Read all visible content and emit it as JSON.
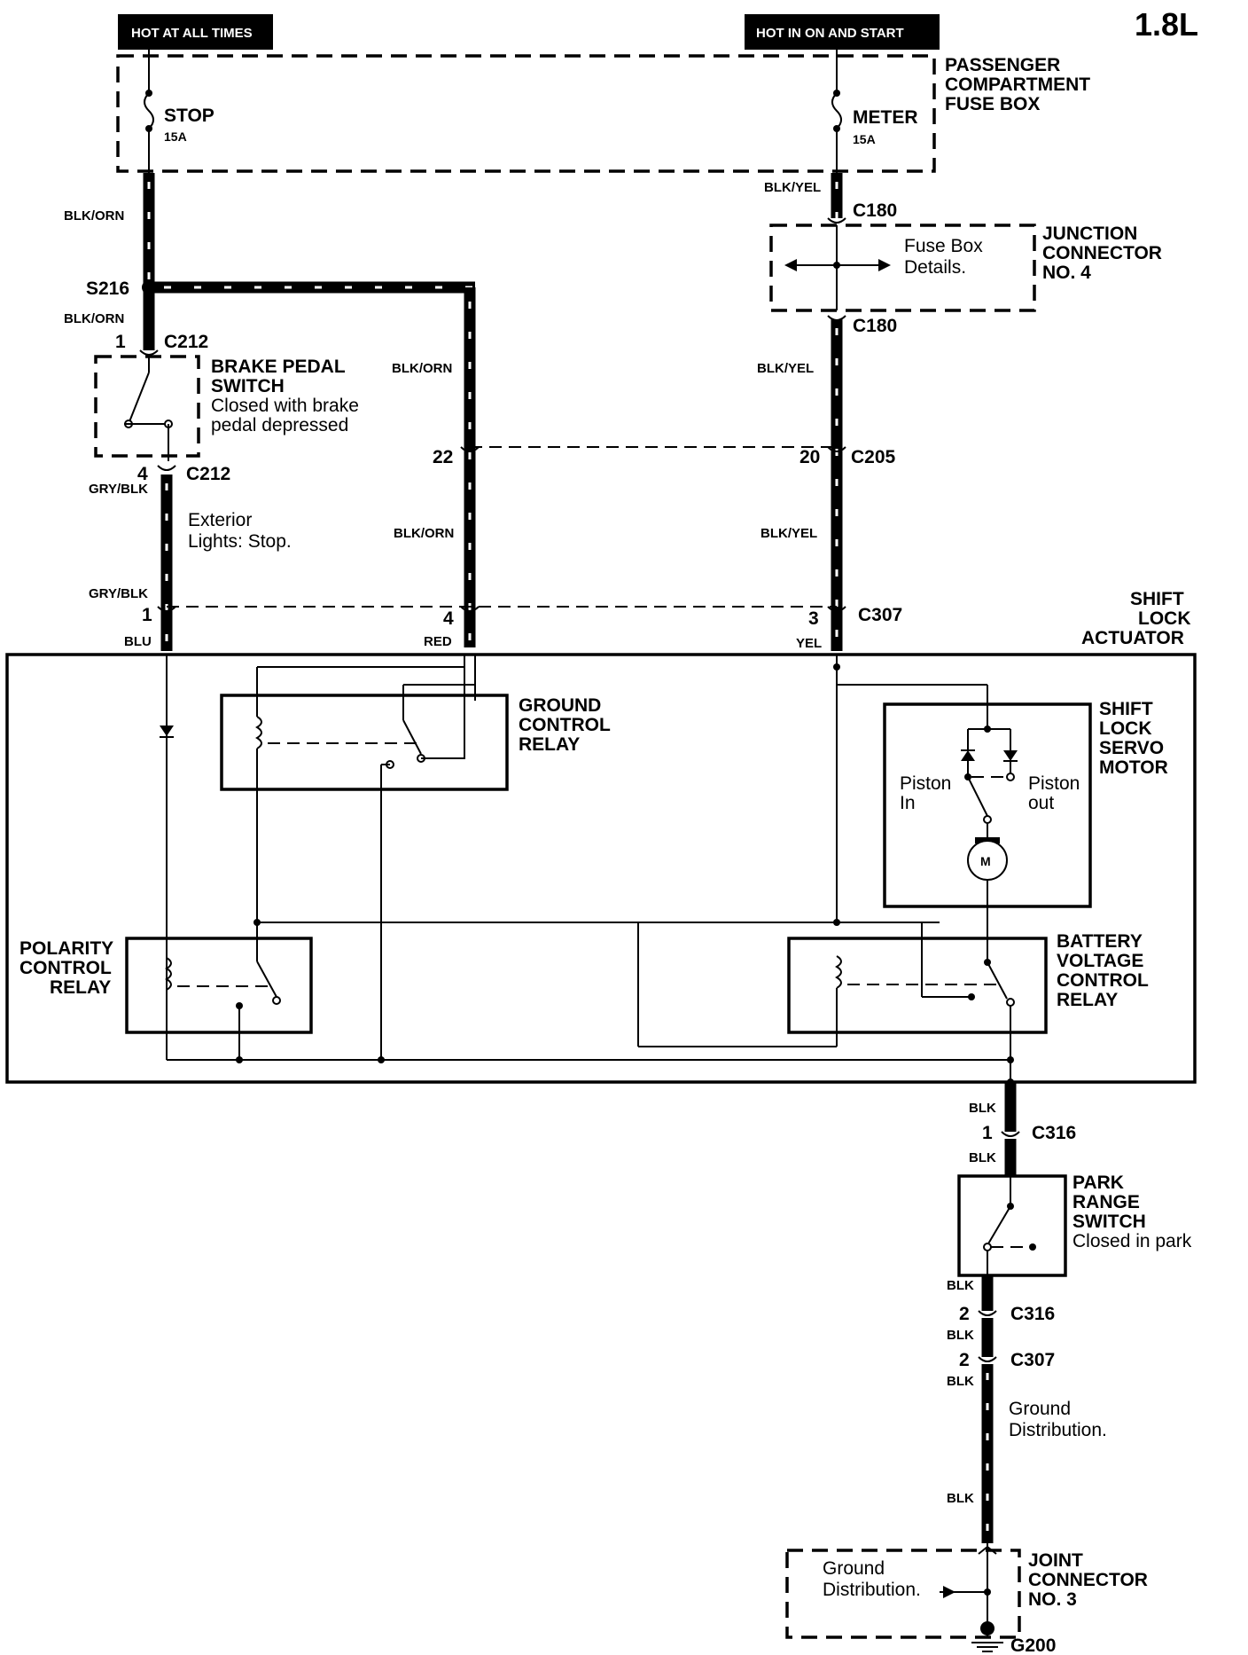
{
  "title": "1.8L",
  "header_left": "HOT AT ALL TIMES",
  "header_right": "HOT IN ON AND START",
  "fuse_box": {
    "line1": "PASSENGER",
    "line2": "COMPARTMENT",
    "line3": "FUSE BOX"
  },
  "fuse_stop": {
    "name": "STOP",
    "amps": "15A"
  },
  "fuse_meter": {
    "name": "METER",
    "amps": "15A"
  },
  "junction4": {
    "line1": "JUNCTION",
    "line2": "CONNECTOR",
    "line3": "NO. 4",
    "note1": "Fuse Box",
    "note2": "Details."
  },
  "brake_switch": {
    "line1": "BRAKE PEDAL",
    "line2": "SWITCH",
    "line3": "Closed with brake",
    "line4": "pedal depressed"
  },
  "exterior": {
    "line1": "Exterior",
    "line2": "Lights: Stop."
  },
  "actuator": {
    "line1": "SHIFT",
    "line2": "LOCK",
    "line3": "ACTUATOR"
  },
  "ground_relay": {
    "line1": "GROUND",
    "line2": "CONTROL",
    "line3": "RELAY"
  },
  "servo": {
    "line1": "SHIFT",
    "line2": "LOCK",
    "line3": "SERVO",
    "line4": "MOTOR",
    "pin_in1": "Piston",
    "pin_in2": "In",
    "pin_out1": "Piston",
    "pin_out2": "out",
    "motor": "M"
  },
  "polarity_relay": {
    "line1": "POLARITY",
    "line2": "CONTROL",
    "line3": "RELAY"
  },
  "battery_relay": {
    "line1": "BATTERY",
    "line2": "VOLTAGE",
    "line3": "CONTROL",
    "line4": "RELAY"
  },
  "park_switch": {
    "line1": "PARK",
    "line2": "RANGE",
    "line3": "SWITCH",
    "line4": "Closed in park"
  },
  "ground_dist": {
    "line1": "Ground",
    "line2": "Distribution."
  },
  "joint3": {
    "line1": "JOINT",
    "line2": "CONNECTOR",
    "line3": "NO. 3",
    "note1": "Ground",
    "note2": "Distribution."
  },
  "ground_id": "G200",
  "splice": "S216",
  "connectors": {
    "c180_top": "C180",
    "c180_bot": "C180",
    "c212_top": "C212",
    "c212_bot": "C212",
    "c205": "C205",
    "c307": "C307",
    "c316_top": "C316",
    "c316_bot": "C316",
    "c307_bot": "C307"
  },
  "pins": {
    "c212_1": "1",
    "c212_4": "4",
    "c205_22": "22",
    "c205_20": "20",
    "c307_1": "1",
    "c307_4": "4",
    "c307_3": "3",
    "c316_1": "1",
    "c316_2": "2",
    "c307_2": "2"
  },
  "wires": {
    "blk_orn_1": "BLK/ORN",
    "blk_orn_2": "BLK/ORN",
    "blk_orn_3": "BLK/ORN",
    "blk_orn_4": "BLK/ORN",
    "blk_yel_1": "BLK/YEL",
    "blk_yel_2": "BLK/YEL",
    "blk_yel_3": "BLK/YEL",
    "gry_blk_1": "GRY/BLK",
    "gry_blk_2": "GRY/BLK",
    "blu": "BLU",
    "red": "RED",
    "yel": "YEL",
    "blk_1": "BLK",
    "blk_2": "BLK",
    "blk_3": "BLK",
    "blk_4": "BLK",
    "blk_5": "BLK",
    "blk_6": "BLK"
  }
}
